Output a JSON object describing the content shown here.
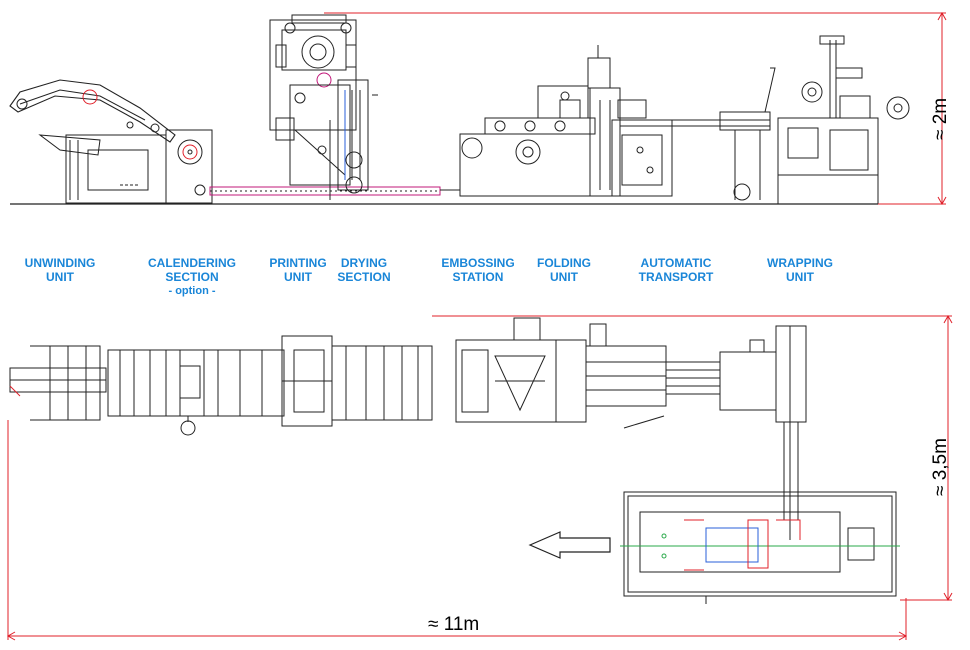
{
  "units": [
    {
      "key": "unwinding",
      "lines": [
        "UNWINDING",
        "UNIT"
      ]
    },
    {
      "key": "calendering",
      "lines": [
        "CALENDERING",
        "SECTION"
      ],
      "note": "- option -"
    },
    {
      "key": "printing",
      "lines": [
        "PRINTING",
        "UNIT"
      ]
    },
    {
      "key": "drying",
      "lines": [
        "DRYING",
        "SECTION"
      ]
    },
    {
      "key": "embossing",
      "lines": [
        "EMBOSSING",
        "STATION"
      ]
    },
    {
      "key": "folding",
      "lines": [
        "FOLDING",
        "UNIT"
      ]
    },
    {
      "key": "transport",
      "lines": [
        "AUTOMATIC",
        "TRANSPORT"
      ]
    },
    {
      "key": "wrapping",
      "lines": [
        "WRAPPING",
        "UNIT"
      ]
    }
  ],
  "dimensions": {
    "height": "≈ 2m",
    "width": "≈ 3,5m",
    "length": "≈ 11m"
  },
  "colors": {
    "label": "#1a86d8",
    "dimension_line": "#e0202a",
    "drawing": "#222222",
    "accent_magenta": "#c2187a",
    "accent_green": "#2aa84a",
    "accent_red": "#e0202a",
    "accent_blue": "#2a5fd8"
  },
  "icons": [
    "flow-direction-arrow-icon"
  ]
}
